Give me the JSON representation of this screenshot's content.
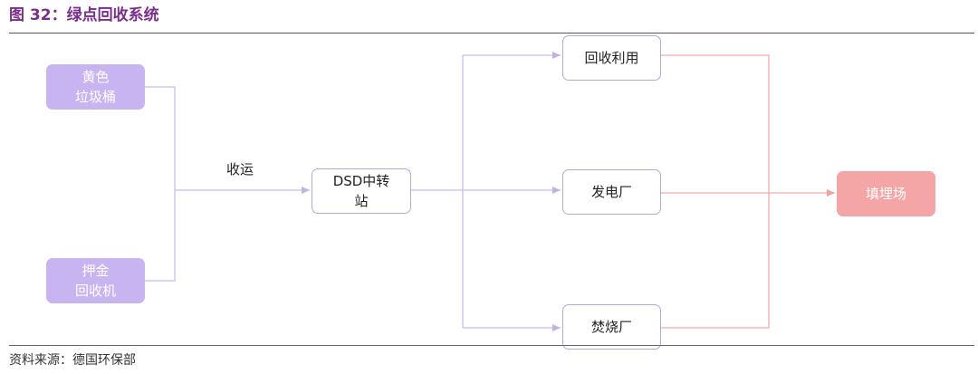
{
  "figure": {
    "label": "图 32：",
    "title": "绿点回收系统"
  },
  "source": "资料来源：德国环保部",
  "nodes": {
    "yellow_bin": [
      "黄色",
      "垃圾桶"
    ],
    "deposit_machine": [
      "押金",
      "回收机"
    ],
    "dsd_station": [
      "DSD中转",
      "站"
    ],
    "recycling": "回收利用",
    "power_plant": "发电厂",
    "incineration": "焚烧厂",
    "landfill": "填埋场"
  },
  "edge_labels": {
    "collection": "收运"
  },
  "colors": {
    "title": "#7b2d8e",
    "source_fill": "#c9b4f2",
    "box_border": "#b7a7d4",
    "purple_line": "#cbbce8",
    "landfill_fill": "#f4a6a6",
    "red_line": "#f2aaaa"
  }
}
